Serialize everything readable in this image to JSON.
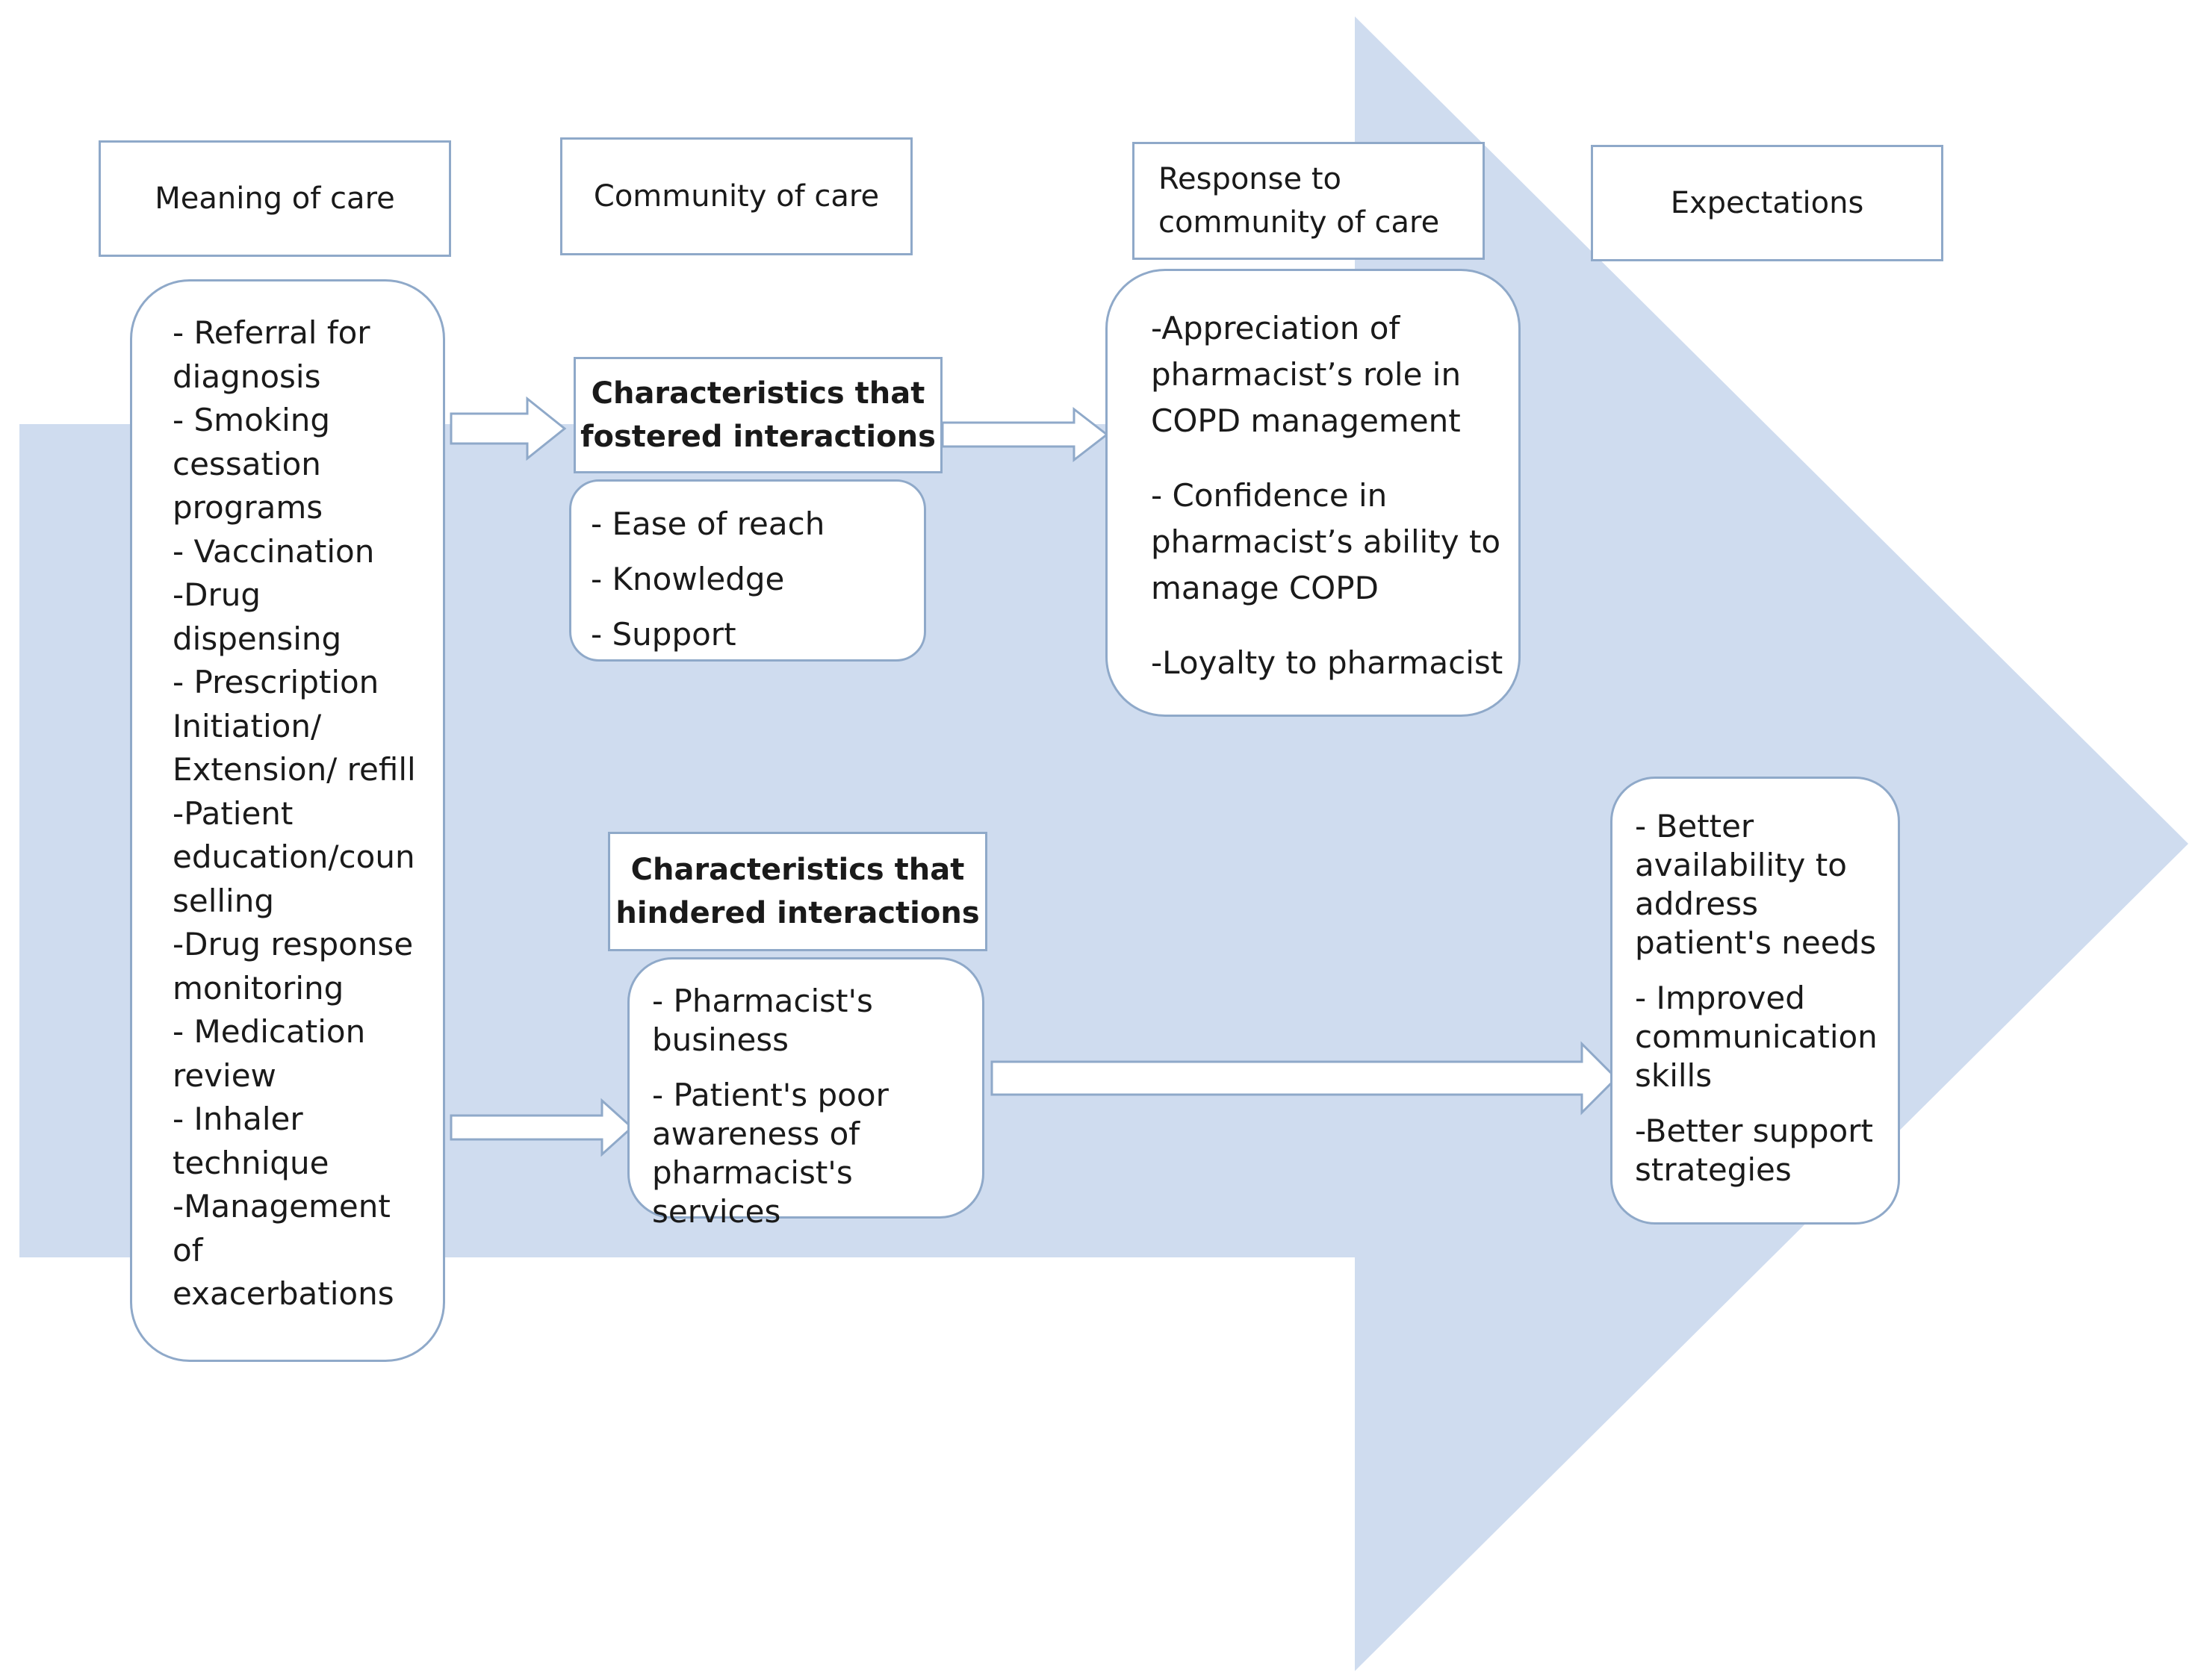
{
  "headers": {
    "meaning": "Meaning of care",
    "community": "Community of care",
    "response_line1": "Response to",
    "response_line2": "community of care",
    "expectations": "Expectations"
  },
  "meaning_items": [
    "- Referral for",
    "diagnosis",
    "- Smoking",
    "cessation",
    "programs",
    "- Vaccination",
    "-Drug",
    "dispensing",
    "- Prescription",
    "Initiation/",
    "Extension/ refill",
    "-Patient",
    "education/coun",
    "selling",
    "-Drug response",
    "monitoring",
    "- Medication",
    "review",
    "- Inhaler",
    "technique",
    "-Management",
    "of",
    "exacerbations"
  ],
  "fostered": {
    "title_line1": "Characteristics that",
    "title_line2": "fostered interactions",
    "items": [
      "- Ease of reach",
      "- Knowledge",
      "- Support"
    ]
  },
  "hindered": {
    "title_line1": "Characteristics that",
    "title_line2": "hindered interactions",
    "items": [
      "- Pharmacist's",
      "business",
      "- Patient's poor",
      "awareness of",
      "pharmacist's services"
    ]
  },
  "response_items": [
    "-Appreciation of",
    "pharmacist’s role in",
    "COPD management",
    "- Confidence in",
    "pharmacist’s ability to",
    "manage COPD",
    "-Loyalty to pharmacist"
  ],
  "expectation_items": [
    "- Better",
    "availability to",
    "address",
    "patient's needs",
    "- Improved",
    "communication",
    "skills",
    "-Better support",
    "strategies"
  ],
  "colors": {
    "big_arrow": "#cfdcef",
    "border": "#8fa9c9",
    "arrow_stroke": "#8fa9c9"
  }
}
